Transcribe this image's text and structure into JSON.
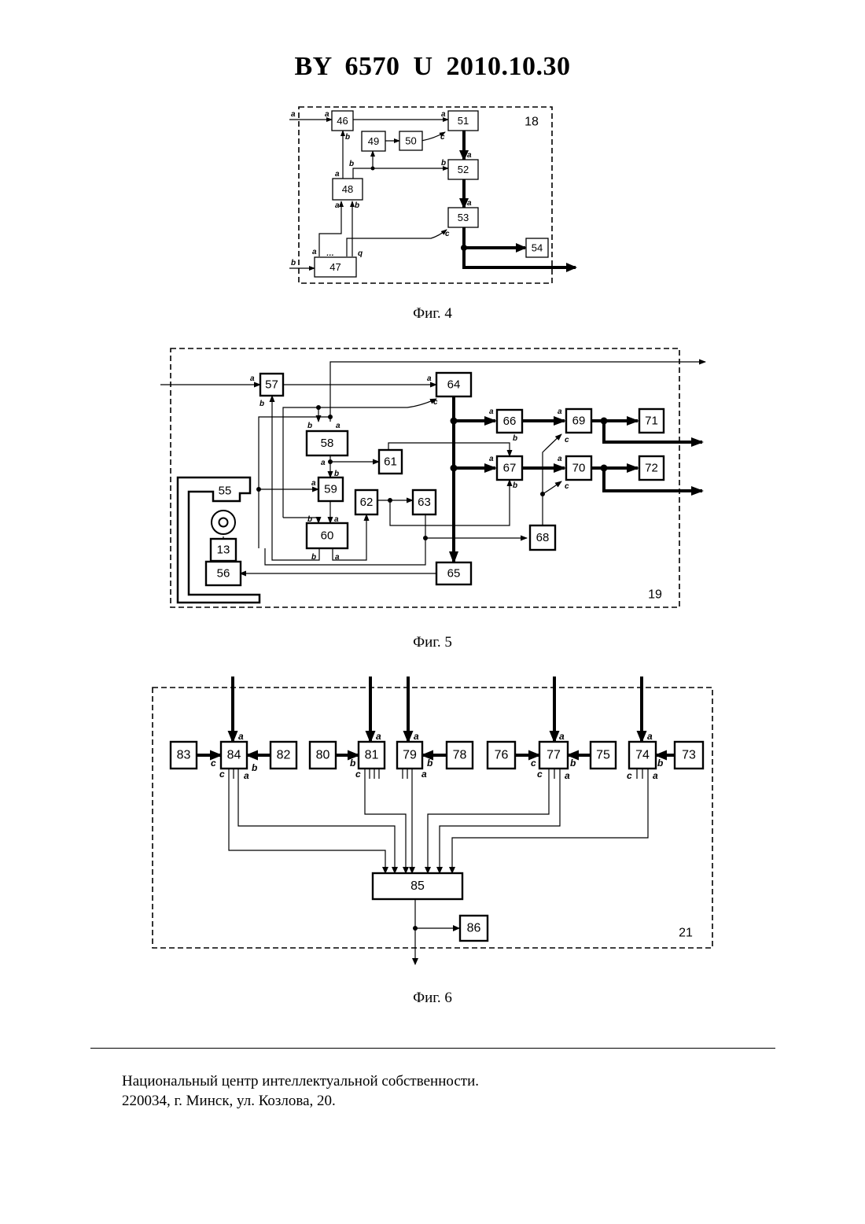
{
  "header": {
    "title": "BY 6570 U 2010.10.30"
  },
  "figures": [
    {
      "caption": "Фиг. 4",
      "frame_label": "18",
      "blocks": [
        "46",
        "47",
        "48",
        "49",
        "50",
        "51",
        "52",
        "53",
        "54"
      ],
      "ports": [
        "a",
        "b",
        "c",
        "q",
        "…"
      ]
    },
    {
      "caption": "Фиг. 5",
      "frame_label": "19",
      "blocks": [
        "13",
        "55",
        "56",
        "57",
        "58",
        "59",
        "60",
        "61",
        "62",
        "63",
        "64",
        "65",
        "66",
        "67",
        "68",
        "69",
        "70",
        "71",
        "72"
      ],
      "ports": [
        "a",
        "b",
        "c"
      ]
    },
    {
      "caption": "Фиг. 6",
      "frame_label": "21",
      "blocks": [
        "73",
        "74",
        "75",
        "76",
        "77",
        "78",
        "79",
        "80",
        "81",
        "82",
        "83",
        "84",
        "85",
        "86"
      ],
      "ports": [
        "a",
        "b",
        "c"
      ]
    }
  ],
  "footer": {
    "line1": "Национальный центр интеллектуальной собственности.",
    "line2": "220034, г. Минск, ул. Козлова, 20."
  }
}
